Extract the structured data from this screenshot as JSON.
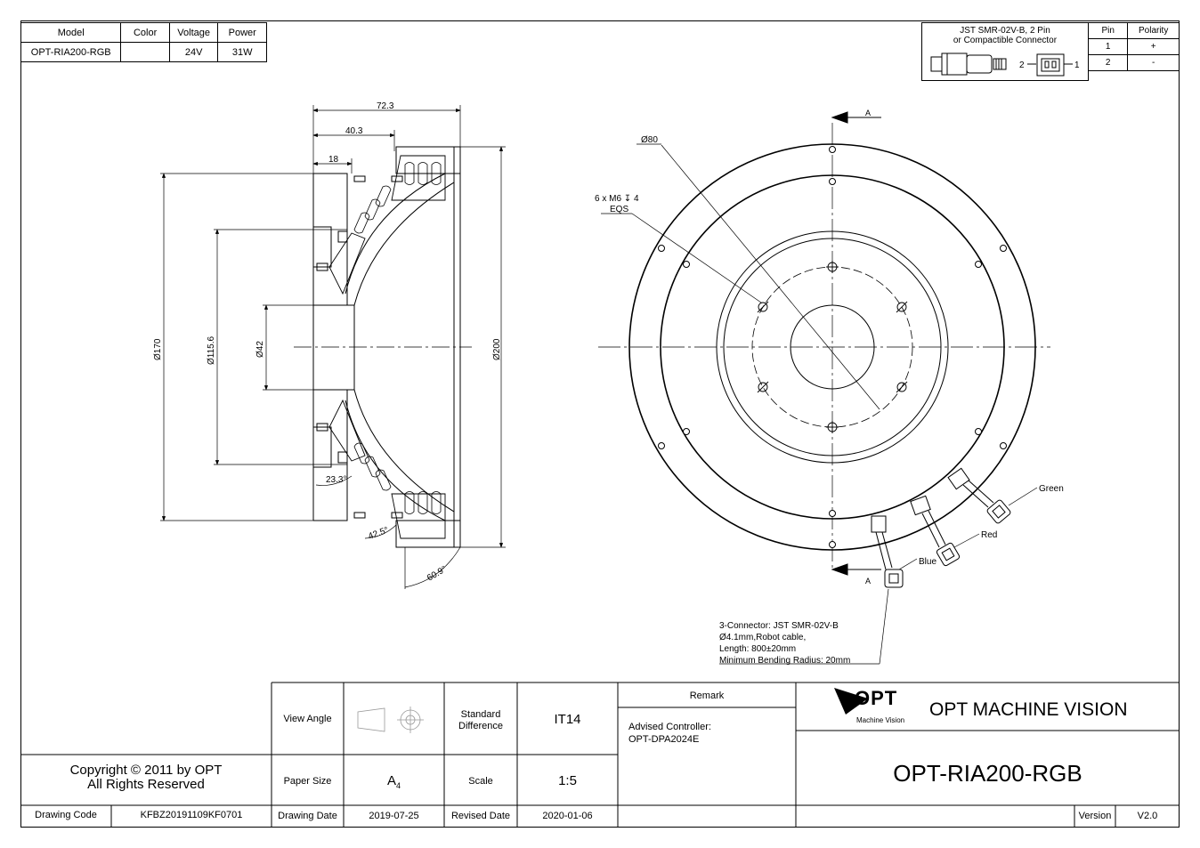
{
  "spec_table": {
    "headers": [
      "Model",
      "Color",
      "Voltage",
      "Power"
    ],
    "row": [
      "OPT-RIA200-RGB",
      "",
      "24V",
      "31W"
    ]
  },
  "connector_table": {
    "title_line1": "JST SMR-02V-B, 2 Pin",
    "title_line2": "or Compactible Connector",
    "pin_header": "Pin",
    "polarity_header": "Polarity",
    "rows": [
      {
        "pin": "1",
        "polarity": "+"
      },
      {
        "pin": "2",
        "polarity": "-"
      }
    ],
    "pin_label_left": "2",
    "pin_label_right": "1"
  },
  "side_view": {
    "dim_72": "72.3",
    "dim_40": "40.3",
    "dim_18": "18",
    "dia_170": "Ø170",
    "dia_115": "Ø115.6",
    "dia_42": "Ø42",
    "dia_200": "Ø200",
    "angle_23": "23.3°",
    "angle_42": "42.5°",
    "angle_60": "60.9°"
  },
  "front_view": {
    "dia_80": "Ø80",
    "holes_line1": "6 x M6 ↧ 4",
    "holes_line2": "EQS",
    "section_label": "A",
    "wire_green": "Green",
    "wire_red": "Red",
    "wire_blue": "Blue",
    "note_lines": [
      "3-Connector: JST SMR-02V-B",
      "Ø4.1mm,Robot cable,",
      "Length: 800±20mm",
      "Minimum Bending Radius: 20mm"
    ]
  },
  "title_block": {
    "copyright_line1": "Copyright © 2011 by OPT",
    "copyright_line2": "All Rights Reserved",
    "drawing_code_label": "Drawing Code",
    "drawing_code_value": "KFBZ20191109KF0701",
    "view_angle_label": "View Angle",
    "standard_diff_label_1": "Standard",
    "standard_diff_label_2": "Difference",
    "standard_diff_value": "IT14",
    "paper_size_label": "Paper Size",
    "paper_size_value": "A",
    "paper_size_sub": "4",
    "scale_label": "Scale",
    "scale_value": "1:5",
    "drawing_date_label": "Drawing Date",
    "drawing_date_value": "2019-07-25",
    "revised_date_label": "Revised Date",
    "revised_date_value": "2020-01-06",
    "remark_label": "Remark",
    "remark_line1": "Advised Controller:",
    "remark_line2": "OPT-DPA2024E",
    "logo_text": "OPT",
    "logo_sub": "Machine Vision",
    "company": "OPT MACHINE VISION",
    "part_number": "OPT-RIA200-RGB",
    "version_label": "Version",
    "version_value": "V2.0"
  }
}
